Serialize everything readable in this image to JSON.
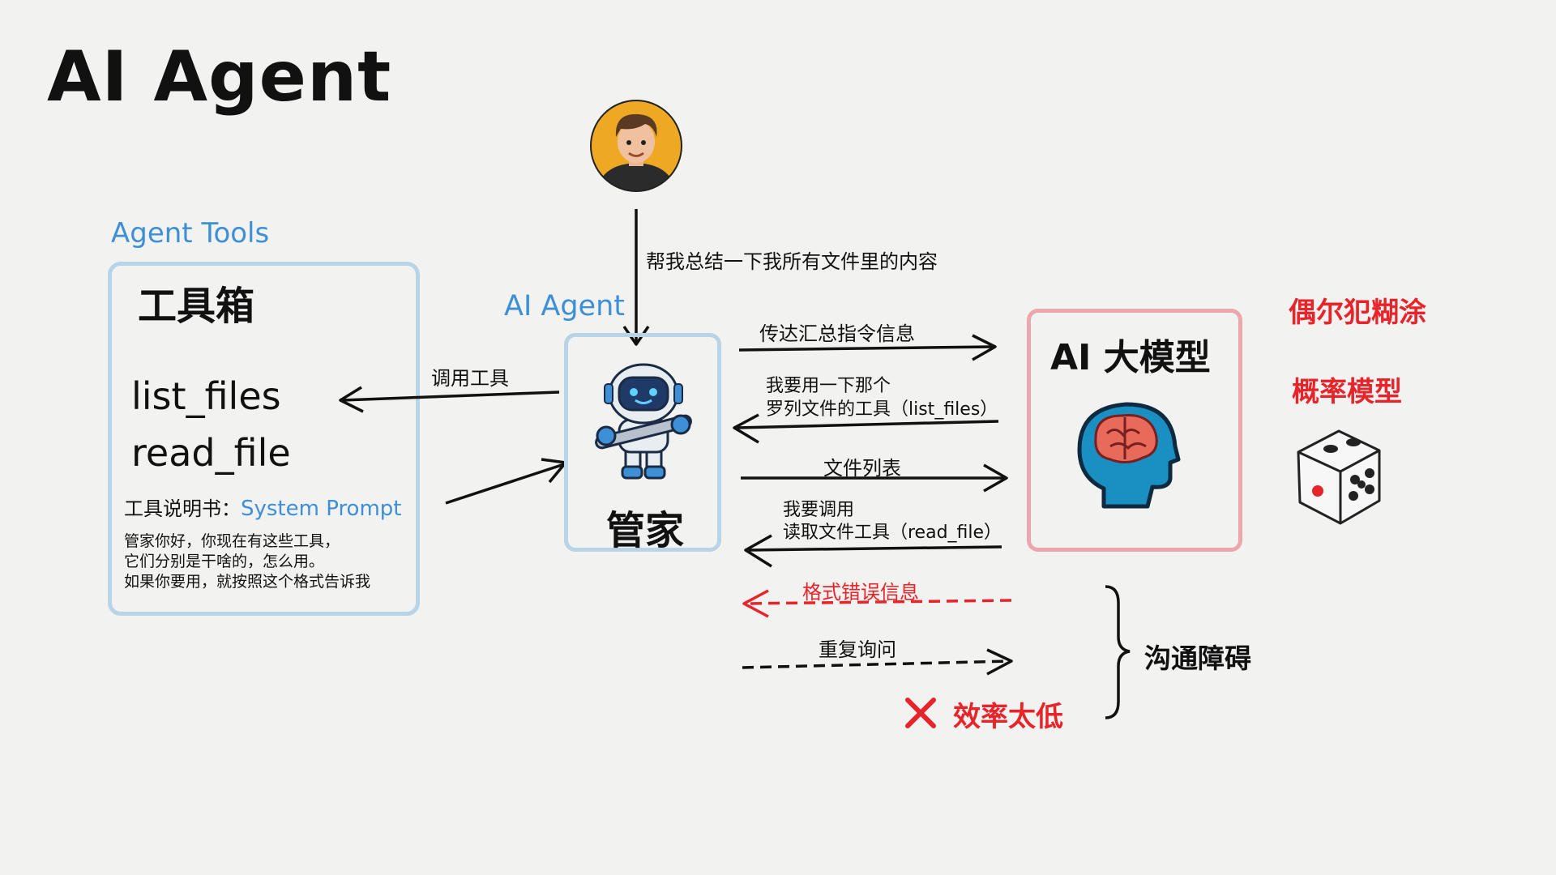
{
  "title": "AI Agent",
  "user": {
    "avatar_icon": "user-avatar-icon",
    "request": "帮我总结一下我所有文件里的内容"
  },
  "tools": {
    "caption": "Agent Tools",
    "box_title": "工具箱",
    "items": [
      "list_files",
      "read_file"
    ],
    "manual_label": "工具说明书：",
    "manual_prompt": "System Prompt",
    "manual_body": [
      "管家你好，你现在有这些工具，",
      "它们分别是干啥的，怎么用。",
      "如果你要用，就按照这个格式告诉我"
    ]
  },
  "agent": {
    "caption": "AI Agent",
    "name": "管家",
    "icon": "robot-icon"
  },
  "llm": {
    "title": "AI 大模型",
    "icon": "brain-head-icon"
  },
  "side_notes": {
    "blur": "偶尔犯糊涂",
    "probability": "概率模型",
    "dice_icon": "dice-icon"
  },
  "arrows": {
    "call_tool": "调用工具",
    "relay": "传达汇总指令信息",
    "want_list_1": "我要用一下那个",
    "want_list_2": "罗列文件的工具（list_files）",
    "file_list": "文件列表",
    "want_read_1": "我要调用",
    "want_read_2": "读取文件工具（read_file）",
    "format_error": "格式错误信息",
    "repeat_ask": "重复询问",
    "comm_barrier": "沟通障碍",
    "low_efficiency": "效率太低",
    "cross_icon": "cross-icon"
  },
  "colors": {
    "blue": "#3d8fd6",
    "blue_border": "#b8d4e8",
    "pink_border": "#eba7ad",
    "red": "#e8242b"
  }
}
